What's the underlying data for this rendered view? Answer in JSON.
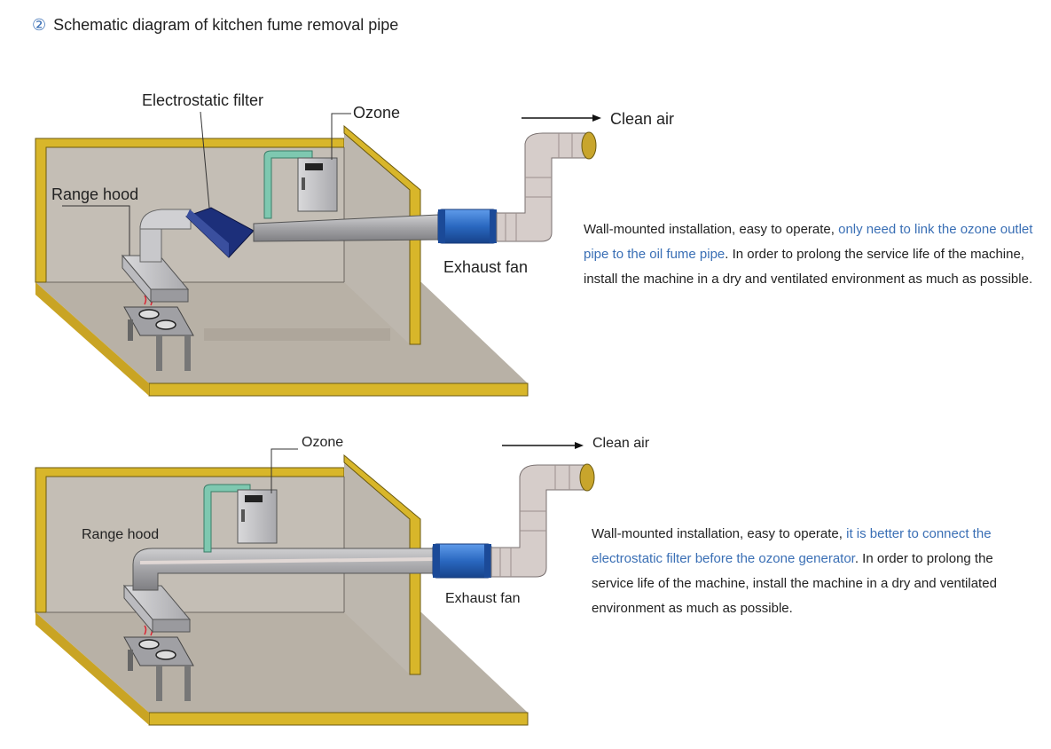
{
  "title": {
    "marker": "②",
    "text": "Schematic diagram of kitchen fume removal pipe"
  },
  "diagram1": {
    "labels": {
      "electrostatic_filter": "Electrostatic filter",
      "ozone": "Ozone",
      "clean_air": "Clean air",
      "range_hood": "Range hood",
      "exhaust_fan": "Exhaust fan"
    },
    "description": {
      "part1": "Wall-mounted installation, easy to operate, ",
      "highlight": "only need to link the ozone outlet pipe to the oil fume pipe",
      "part2": ". In order to prolong the service life of the machine, install the machine in a dry and ventilated environment as much as possible."
    }
  },
  "diagram2": {
    "labels": {
      "ozone": "Ozone",
      "clean_air": "Clean air",
      "range_hood": "Range hood",
      "exhaust_fan": "Exhaust fan"
    },
    "description": {
      "part1": "Wall-mounted installation, easy to operate, ",
      "highlight": "it is better to connect the electrostatic filter before the ozone generator",
      "part2": ". In order to prolong the service life of the machine, install the machine in a dry and ventilated environment as much as possible."
    }
  },
  "colors": {
    "wall_edge": "#d8b62a",
    "wall_fill": "#c2bcb3",
    "floor_fill": "#b8b1a6",
    "pipe": "#a7a7a9",
    "flex_duct": "#d6cdca",
    "fan_blue": "#2a68c0",
    "filter_navy": "#1c2f7a",
    "ozone_pipe": "#7ec8b0",
    "highlight_text": "#3a6fb5"
  }
}
